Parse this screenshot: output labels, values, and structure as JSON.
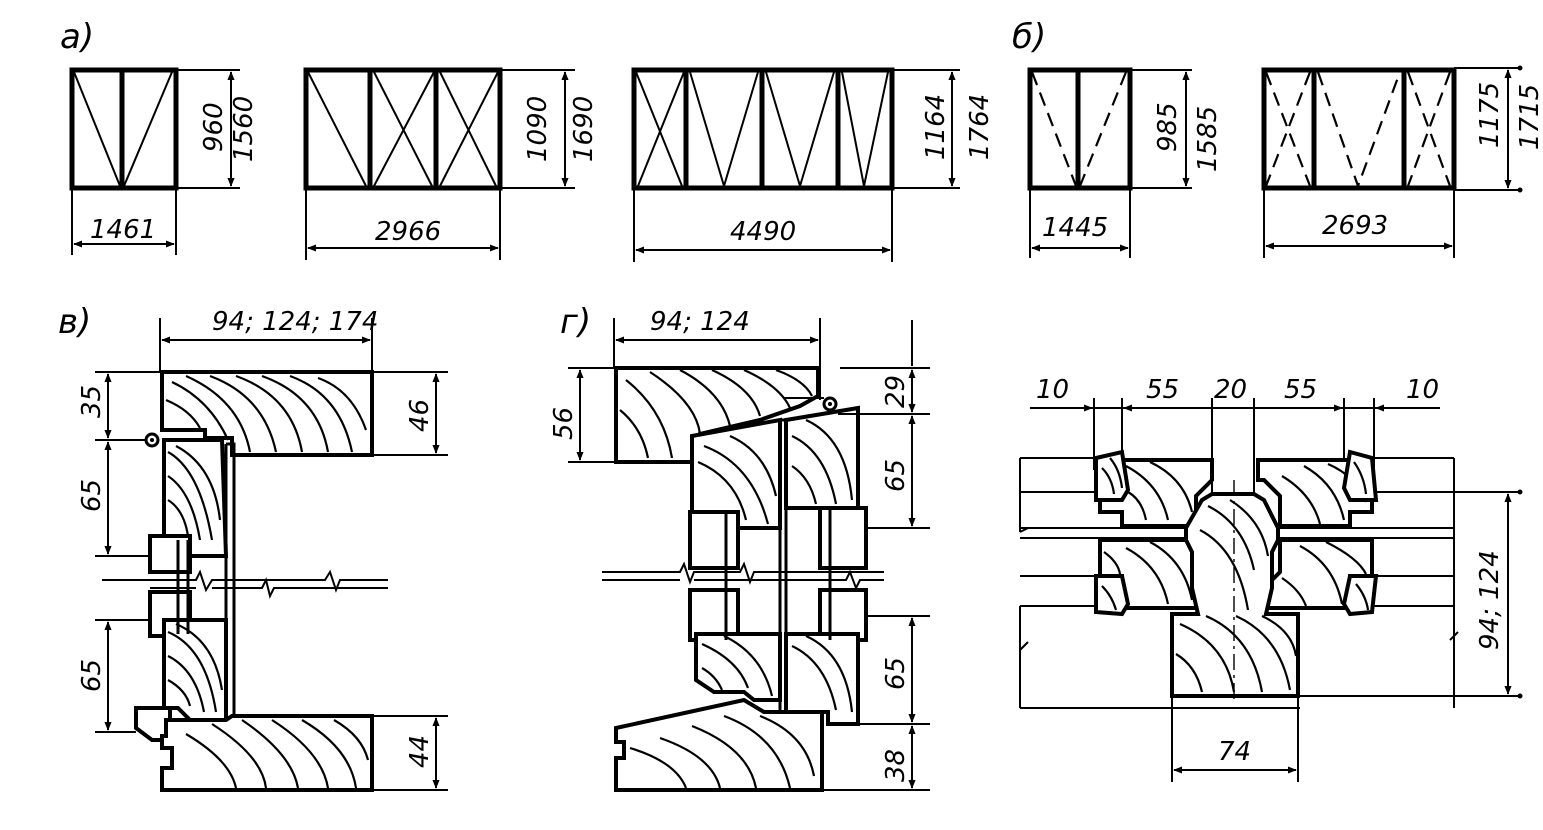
{
  "panels": {
    "a": {
      "label": "а)"
    },
    "b": {
      "label": "б)"
    },
    "v": {
      "label": "в)"
    },
    "g": {
      "label": "г)"
    }
  },
  "windows": {
    "w1": {
      "width": "1461",
      "inner_height": "960",
      "outer_height": "1560"
    },
    "w2": {
      "width": "2966",
      "inner_height": "1090",
      "outer_height": "1690"
    },
    "w3": {
      "width": "4490",
      "inner_height": "1164",
      "outer_height": "1764"
    },
    "w4": {
      "width": "1445",
      "inner_height": "985",
      "outer_height": "1585"
    },
    "w5": {
      "width": "2693",
      "inner_height": "1175",
      "outer_height": "1715"
    }
  },
  "section_v": {
    "width": "94; 124; 174",
    "d_top": "35",
    "d_upper_sash": "65",
    "d_lower_sash": "65",
    "d_right_top": "46",
    "d_right_bottom": "44"
  },
  "section_g": {
    "width": "94; 124",
    "d_left_top": "56",
    "d_right_top": "29",
    "d_right_upper": "65",
    "d_right_lower": "65",
    "d_right_bottom": "38"
  },
  "mullion": {
    "d1": "10",
    "d2": "55",
    "d3": "20",
    "d4": "55",
    "d5": "10",
    "height": "94; 124",
    "width": "74"
  }
}
